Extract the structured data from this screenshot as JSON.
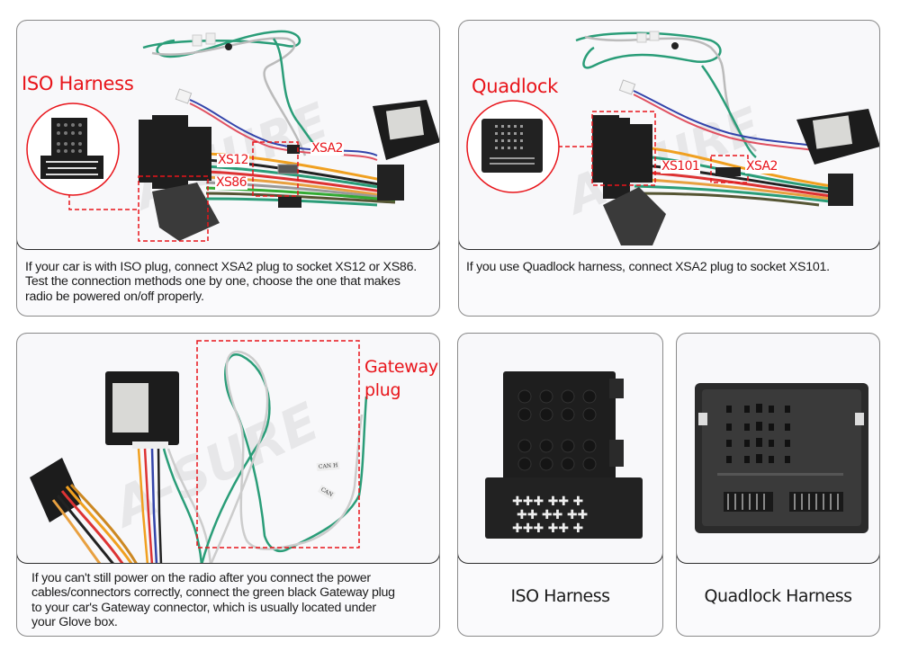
{
  "brand_watermark": "A-SURE",
  "accent_color": "#e8141a",
  "panels": {
    "iso": {
      "title": "ISO Harness",
      "tags": {
        "xsa2": "XSA2",
        "xs12": "XS12",
        "xs86": "XS86"
      },
      "caption": "If your car is with ISO plug, connect XSA2 plug to socket XS12 or XS86. Test the connection methods one by one, choose the one that makes radio be powered on/off properly."
    },
    "quadlock": {
      "title": "Quadlock",
      "tags": {
        "xs101": "XS101",
        "xsa2": "XSA2"
      },
      "caption": "If you use Quadlock harness, connect XSA2 plug to socket XS101."
    },
    "gateway": {
      "title_line1": "Gateway",
      "title_line2": "plug",
      "wire_labels": [
        "CAN H",
        "CAN"
      ],
      "caption": "If you can't still power on the radio after you connect the power cables/connectors correctly, connect the green black Gateway plug to your car's Gateway connector, which is usually located under your Glove box."
    },
    "iso_connector": {
      "label": "ISO Harness"
    },
    "quadlock_connector": {
      "label": "Quadlock Harness"
    }
  }
}
